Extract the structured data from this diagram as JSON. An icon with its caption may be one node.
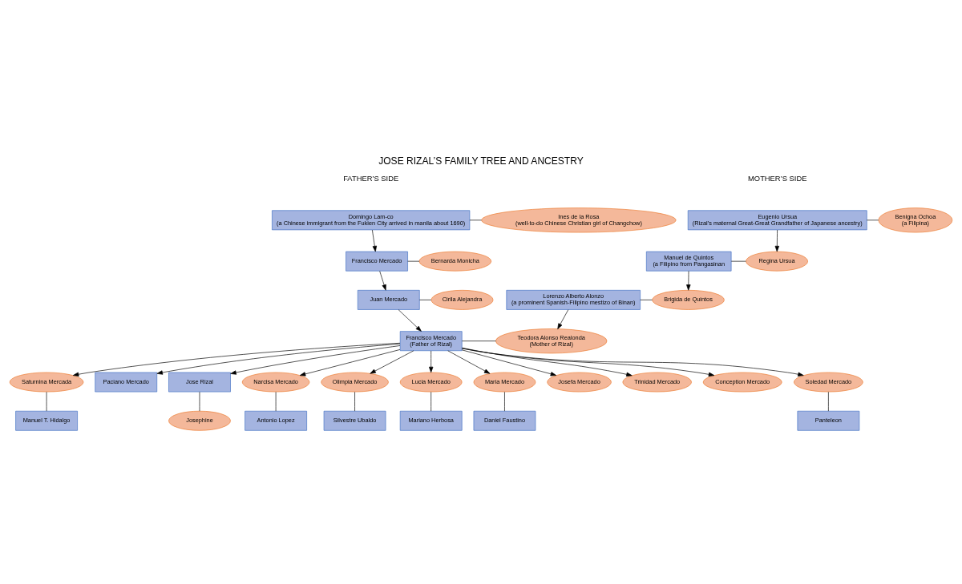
{
  "diagram": {
    "title": "JOSE RIZAL’S FAMILY TREE AND ANCESTRY",
    "nodes": [
      {
        "text": [
          "Domingo Lam-co",
          "(a Chinese immigrant from the Fukien City arrived in manila about 1690)"
        ]
      },
      {
        "text": [
          "Ines de la Rosa",
          "(well-to-do Chinese Christian girl of Changchow)"
        ]
      },
      {
        "text": [
          "Francisco Mercado"
        ]
      },
      {
        "text": [
          "Bernarda Monicha"
        ]
      },
      {
        "text": [
          "Juan Mercado"
        ]
      },
      {
        "text": [
          "Cirila Alejandra"
        ]
      },
      {
        "text": [
          "Eugenio Ursua",
          "(Rizal’s maternal Great-Great Grandfather of Japanese ancestry)"
        ]
      },
      {
        "text": [
          "Benigna Ochoa",
          "(a Filipina)"
        ]
      },
      {
        "text": [
          "Manuel de Quintos",
          "(a Filipino from Pangasinan"
        ]
      },
      {
        "text": [
          "Regina Ursua"
        ]
      },
      {
        "text": [
          "Lorenzo Alberto Alonzo",
          "(a prominent Spanish-Filipino mestizo of Binan)"
        ]
      },
      {
        "text": [
          "Brigida de Quintos"
        ]
      },
      {
        "text": [
          "Francisco Mercado",
          "(Father of Rizal)"
        ]
      },
      {
        "text": [
          "Teodora Alonso Realonda",
          "(Mother of Rizal)"
        ]
      },
      {
        "text": [
          "Saturnina Mercada"
        ]
      },
      {
        "text": [
          "Paciano Mercado"
        ]
      },
      {
        "text": [
          "Jose Rizal"
        ]
      },
      {
        "text": [
          "Narcisa Mercado"
        ]
      },
      {
        "text": [
          "Olimpia Mercado"
        ]
      },
      {
        "text": [
          "Manuel T. Hidalgo"
        ]
      },
      {
        "text": [
          "Josephine"
        ]
      },
      {
        "text": [
          "Antonio Lopez"
        ]
      },
      {
        "text": [
          "Silvestre Ubaldo"
        ]
      },
      {
        "text": [
          "Lucia Mercado"
        ]
      },
      {
        "text": [
          "Maria Mercado"
        ]
      },
      {
        "text": [
          "Mariano Herbosa"
        ]
      },
      {
        "text": [
          "Daniel Faustino"
        ]
      },
      {
        "text": [
          "Josefa Mercado"
        ]
      },
      {
        "text": [
          "Trinidad Mercado"
        ]
      },
      {
        "text": [
          "Conception Mercado"
        ]
      },
      {
        "text": [
          "Soledad Mercado"
        ]
      },
      {
        "text": [
          "Panteleon"
        ]
      }
    ],
    "edges": [
      {
        "from": 0,
        "to": 1,
        "arrow": "none"
      },
      {
        "from": 0,
        "to": 2,
        "arrow": "to"
      },
      {
        "from": 2,
        "to": 3,
        "arrow": "none"
      },
      {
        "from": 2,
        "to": 4,
        "arrow": "to"
      },
      {
        "from": 4,
        "to": 5,
        "arrow": "none"
      },
      {
        "from": 4,
        "to": 12,
        "arrow": "to"
      },
      {
        "from": 6,
        "to": 7,
        "arrow": "none"
      },
      {
        "from": 6,
        "to": 9,
        "arrow": "to"
      },
      {
        "from": 8,
        "to": 9,
        "arrow": "none"
      },
      {
        "from": 8,
        "to": 11,
        "arrow": "to"
      },
      {
        "from": 10,
        "to": 11,
        "arrow": "none"
      },
      {
        "from": 10,
        "to": 13,
        "arrow": "to"
      },
      {
        "from": 12,
        "to": 13,
        "arrow": "none"
      },
      {
        "from": 12,
        "to": 14,
        "arrow": "to"
      },
      {
        "from": 12,
        "to": 15,
        "arrow": "to"
      },
      {
        "from": 12,
        "to": 16,
        "arrow": "to"
      },
      {
        "from": 12,
        "to": 17,
        "arrow": "to"
      },
      {
        "from": 12,
        "to": 18,
        "arrow": "to"
      },
      {
        "from": 12,
        "to": 23,
        "arrow": "to"
      },
      {
        "from": 12,
        "to": 24,
        "arrow": "to"
      },
      {
        "from": 12,
        "to": 27,
        "arrow": "to"
      },
      {
        "from": 12,
        "to": 28,
        "arrow": "to"
      },
      {
        "from": 12,
        "to": 29,
        "arrow": "to"
      },
      {
        "from": 12,
        "to": 30,
        "arrow": "to"
      },
      {
        "from": 14,
        "to": 19,
        "arrow": "none"
      },
      {
        "from": 16,
        "to": 20,
        "arrow": "none"
      },
      {
        "from": 17,
        "to": 21,
        "arrow": "none"
      },
      {
        "from": 18,
        "to": 22,
        "arrow": "none"
      },
      {
        "from": 23,
        "to": 25,
        "arrow": "none"
      },
      {
        "from": 24,
        "to": 26,
        "arrow": "none"
      },
      {
        "from": 30,
        "to": 31,
        "arrow": "none"
      }
    ],
    "labels": [
      "FATHER’S SIDE",
      "MOTHER’S SIDE"
    ]
  }
}
